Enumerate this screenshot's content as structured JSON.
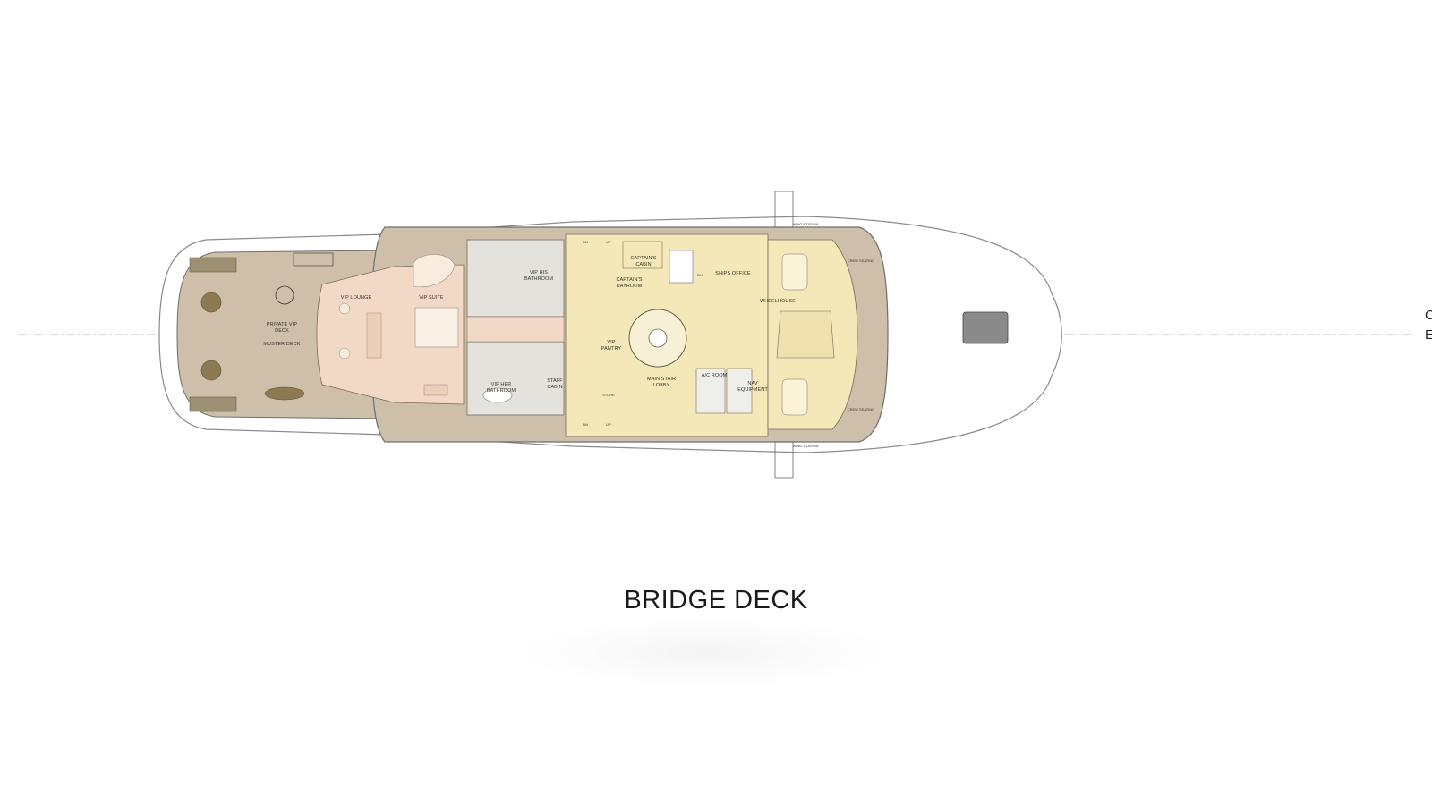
{
  "title": "BRIDGE DECK",
  "edge_text": [
    "C",
    "E"
  ],
  "labels": {
    "vip_lounge": "VIP LOUNGE",
    "vip_suite": "VIP SUITE",
    "private_vip_deck_1": "PRIVATE VIP",
    "private_vip_deck_2": "DECK",
    "muster_deck": "MUSTER DECK",
    "vip_his_bathroom_1": "VIP HIS",
    "vip_his_bathroom_2": "BATHROOM",
    "vip_her_bathroom_1": "VIP HER",
    "vip_her_bathroom_2": "BATHROOM",
    "staff_cabin_1": "STAFF",
    "staff_cabin_2": "CABIN",
    "captains_cabin_1": "CAPTAIN'S",
    "captains_cabin_2": "CABIN",
    "captains_dayroom_1": "CAPTAIN'S",
    "captains_dayroom_2": "DAYROOM",
    "vip_pantry_1": "VIP",
    "vip_pantry_2": "PANTRY",
    "main_stair_lobby_1": "MAIN STAIR",
    "main_stair_lobby_2": "LOBBY",
    "ships_office": "SHIPS OFFICE",
    "wheelhouse": "WHEELHOUSE",
    "ac_room": "A/C ROOM",
    "nav_equipment_1": "NAV",
    "nav_equipment_2": "EQUIPMENT",
    "dn_1": "DN",
    "up_1": "UP",
    "dn_2": "DN",
    "up_2": "UP",
    "dn_3": "DN",
    "store": "STORE",
    "crew_seating_1": "CREW SEATING",
    "crew_seating_2": "CREW SEATING",
    "wing_station_1": "WING STATION",
    "wing_station_2": "WING STATION"
  },
  "colors": {
    "deck_wood": "#cdbfa9",
    "vip_area": "#f1d9c6",
    "crew_area": "#f5e8b8",
    "hull_line": "#6e6e6e",
    "bathroom": "#e4e2dc"
  }
}
